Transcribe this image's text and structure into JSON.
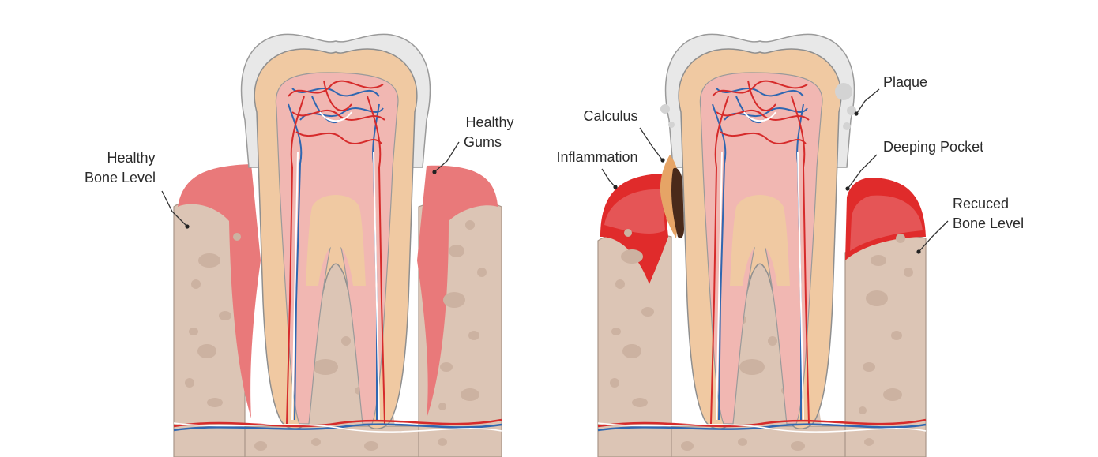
{
  "healthy_tooth": {
    "labels": {
      "bone_level": [
        "Healthy",
        "Bone Level"
      ],
      "gums": [
        "Healthy",
        "Gums"
      ]
    }
  },
  "diseased_tooth": {
    "labels": {
      "calculus": "Calculus",
      "inflammation": "Inflammation",
      "plaque": "Plaque",
      "pocket": "Deeping Pocket",
      "bone_level": [
        "Recuced",
        "Bone Level"
      ]
    }
  },
  "colors": {
    "enamel": "#e8e8e8",
    "dentin": "#f0c9a2",
    "pulp": "#f1b7b2",
    "bone": "#dcc5b5",
    "bone_spot": "#ccb2a1",
    "gum_healthy": "#e9797a",
    "gum_inflamed": "#e02b2b",
    "calculus": "#e6a466",
    "artery": "#d62b2b",
    "vein": "#2f67b1"
  }
}
